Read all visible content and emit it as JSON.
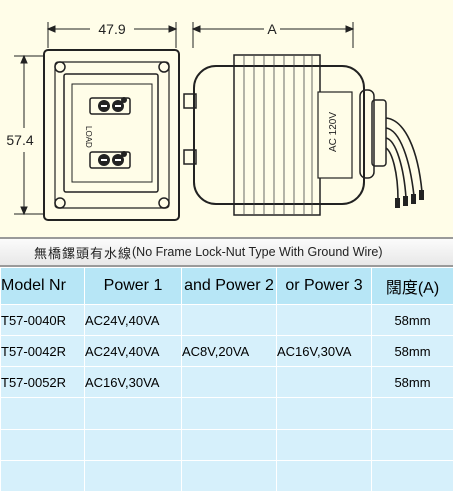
{
  "drawing": {
    "dim_width": "47.9",
    "dim_height": "57.4",
    "dim_length": "A",
    "voltage_label": "AC 120V",
    "terminal_label": "LOAD",
    "line_color": "#222222",
    "background_color": "#fffde8"
  },
  "table": {
    "title_cjk": "無橋鏍頭有水線",
    "title_en": "(No Frame Lock-Nut Type With Ground Wire)",
    "headers": [
      "Model Nr",
      "Power 1",
      "and Power 2",
      "or Power 3",
      "闊度(A)"
    ],
    "rows": [
      [
        "T57-0040R",
        "AC24V,40VA",
        "",
        "",
        "58mm"
      ],
      [
        "T57-0042R",
        "AC24V,40VA",
        "AC8V,20VA",
        "AC16V,30VA",
        "58mm"
      ],
      [
        "T57-0052R",
        "AC16V,30VA",
        "",
        "",
        "58mm"
      ],
      [
        "",
        "",
        "",
        "",
        ""
      ],
      [
        "",
        "",
        "",
        "",
        ""
      ],
      [
        "",
        "",
        "",
        "",
        ""
      ]
    ],
    "header_color": "#b7e6f6",
    "row_color": "#d6f0fb"
  }
}
